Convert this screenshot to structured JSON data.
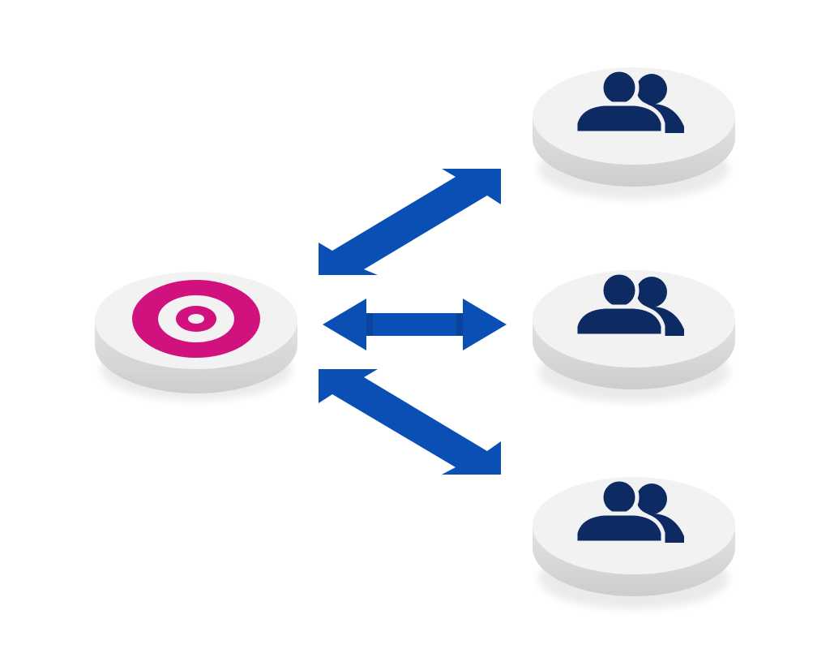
{
  "diagram": {
    "type": "hub-and-spoke",
    "hub": {
      "icon": "target-icon",
      "color": "#d0117e"
    },
    "spokes": [
      {
        "icon": "users-icon",
        "color": "#0d2a63"
      },
      {
        "icon": "users-icon",
        "color": "#0d2a63"
      },
      {
        "icon": "users-icon",
        "color": "#0d2a63"
      }
    ],
    "connectors": {
      "style": "double-headed-arrow",
      "count": 3,
      "color": "#0a4fb4"
    },
    "disc_colors": {
      "top": "#f2f2f2",
      "side": "#d6d6d6"
    }
  }
}
